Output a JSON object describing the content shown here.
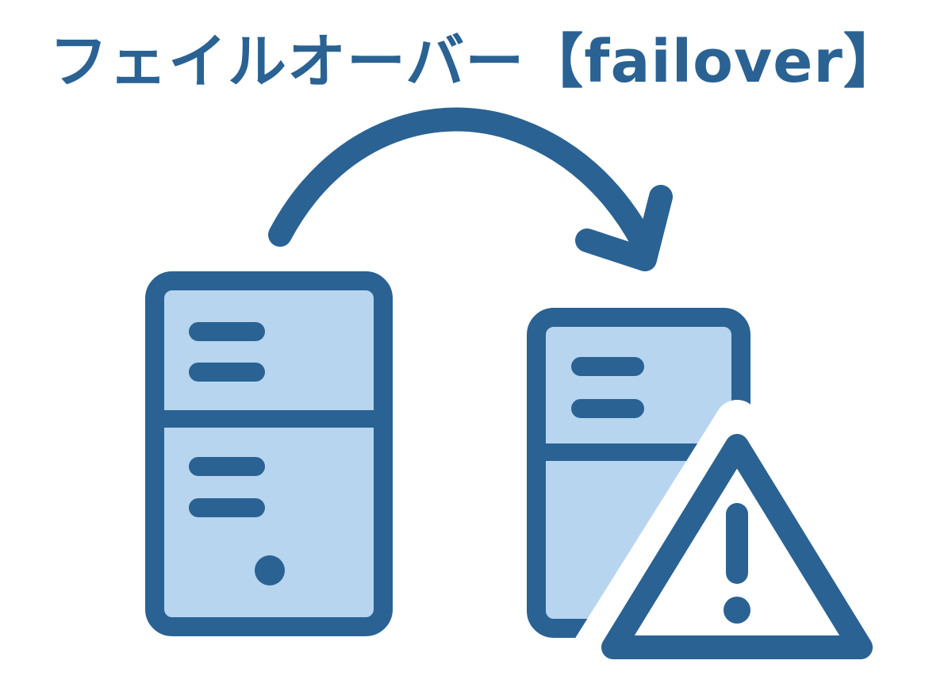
{
  "title": "フェイルオーバー【failover】",
  "colors": {
    "stroke": "#2a6293",
    "fill": "#b7d5ef",
    "background": "#ffffff",
    "warning_fill": "#ffffff"
  },
  "diagram": {
    "nodes": [
      {
        "id": "primary-server",
        "icon": "server-icon",
        "status": "active"
      },
      {
        "id": "standby-server",
        "icon": "server-icon",
        "status": "failed"
      }
    ],
    "arrow": {
      "from": "primary-server",
      "to": "standby-server",
      "icon": "curved-arrow-icon"
    },
    "alert": {
      "icon": "warning-triangle-icon",
      "target": "standby-server"
    }
  }
}
